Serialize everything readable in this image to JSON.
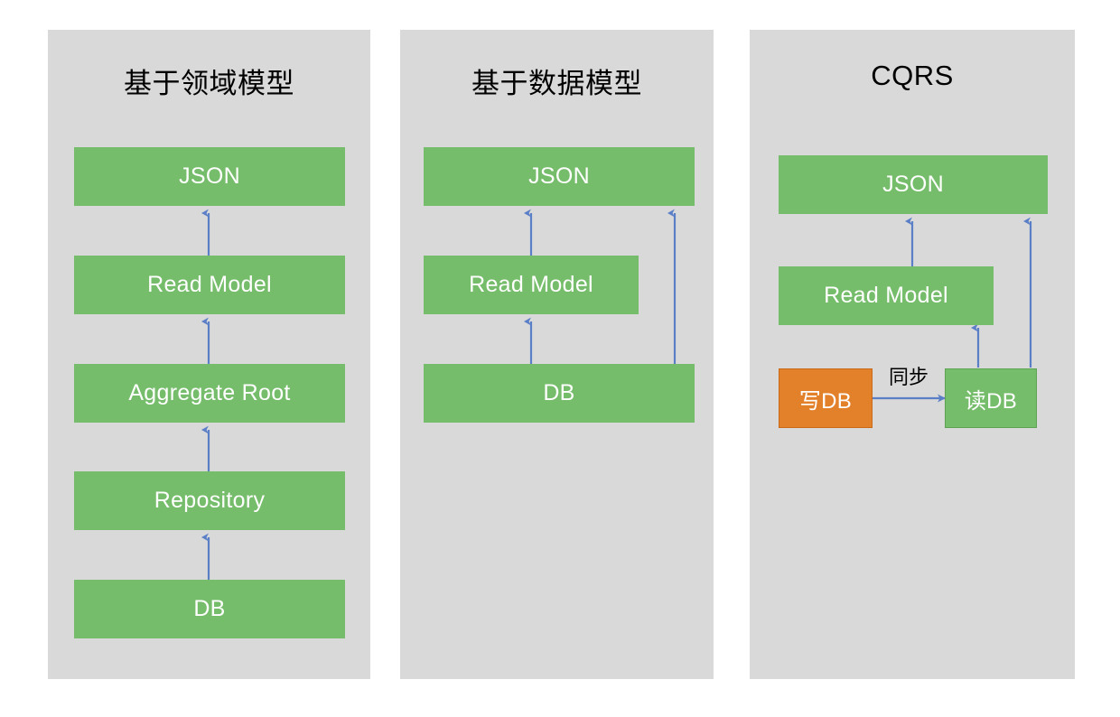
{
  "meta": {
    "background_color": "#ffffff",
    "panel_color": "#d9d9d9",
    "node_green": "#76bd6b",
    "node_orange": "#e3812b",
    "arrow_color": "#5b7fc7",
    "node_text_color": "#ffffff",
    "title_text_color": "#000000"
  },
  "panels": [
    {
      "id": "domain-model",
      "title": "基于领域模型",
      "nodes": [
        {
          "key": "json",
          "label": "JSON",
          "type": "green"
        },
        {
          "key": "readmodel",
          "label": "Read Model",
          "type": "green"
        },
        {
          "key": "aggregate",
          "label": "Aggregate Root",
          "type": "green"
        },
        {
          "key": "repository",
          "label": "Repository",
          "type": "green"
        },
        {
          "key": "db",
          "label": "DB",
          "type": "green"
        }
      ],
      "edges": [
        {
          "from": "readmodel",
          "to": "json",
          "label": ""
        },
        {
          "from": "aggregate",
          "to": "readmodel",
          "label": ""
        },
        {
          "from": "repository",
          "to": "aggregate",
          "label": ""
        },
        {
          "from": "db",
          "to": "repository",
          "label": ""
        }
      ]
    },
    {
      "id": "data-model",
      "title": "基于数据模型",
      "nodes": [
        {
          "key": "json",
          "label": "JSON",
          "type": "green"
        },
        {
          "key": "readmodel",
          "label": "Read Model",
          "type": "green"
        },
        {
          "key": "db",
          "label": "DB",
          "type": "green"
        }
      ],
      "edges": [
        {
          "from": "readmodel",
          "to": "json",
          "label": ""
        },
        {
          "from": "db",
          "to": "readmodel",
          "label": ""
        },
        {
          "from": "db",
          "to": "json",
          "label": ""
        }
      ]
    },
    {
      "id": "cqrs",
      "title": "CQRS",
      "nodes": [
        {
          "key": "json",
          "label": "JSON",
          "type": "green"
        },
        {
          "key": "readmodel",
          "label": "Read Model",
          "type": "green"
        },
        {
          "key": "writedb",
          "label": "写DB",
          "type": "orange"
        },
        {
          "key": "readdb",
          "label": "读DB",
          "type": "green"
        }
      ],
      "edges": [
        {
          "from": "readmodel",
          "to": "json",
          "label": ""
        },
        {
          "from": "readdb",
          "to": "readmodel",
          "label": ""
        },
        {
          "from": "readdb",
          "to": "json",
          "label": ""
        },
        {
          "from": "writedb",
          "to": "readdb",
          "label": "同步"
        }
      ]
    }
  ]
}
